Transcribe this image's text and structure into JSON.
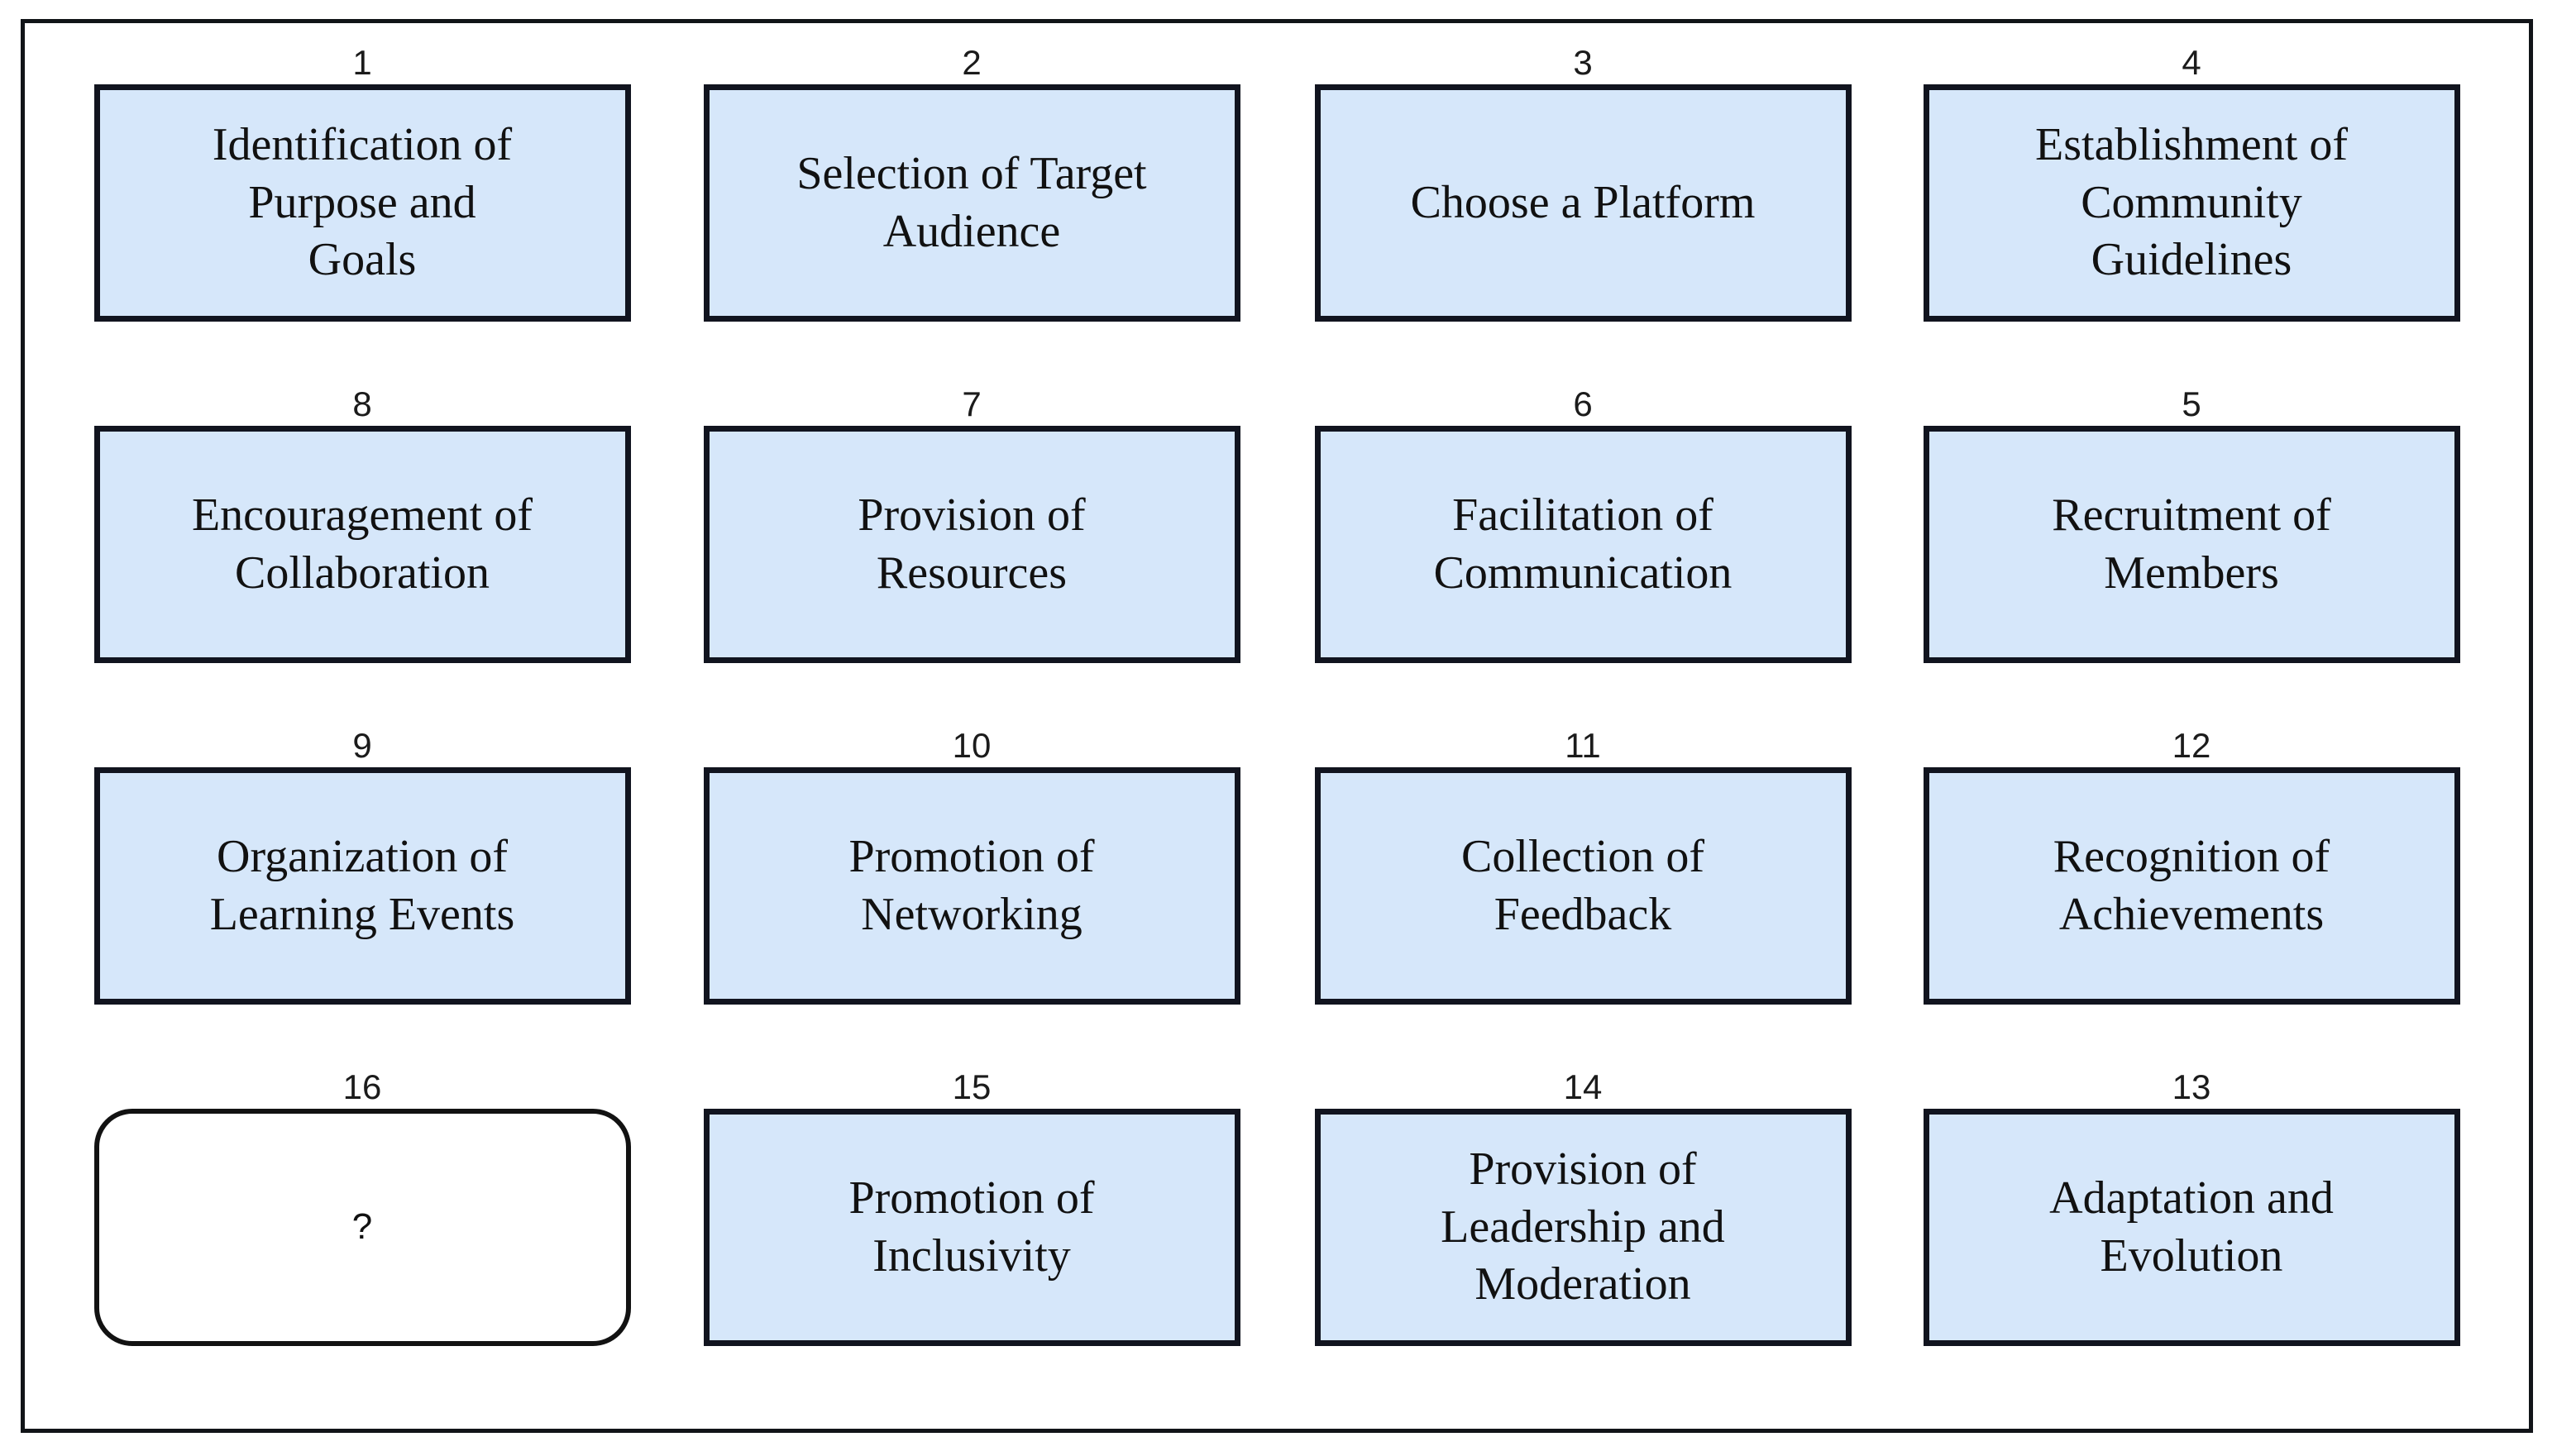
{
  "diagram": {
    "shape": "grid",
    "rows": 4,
    "columns": 4,
    "frame": {
      "border_color": "#111418",
      "background_color": "#ffffff"
    },
    "style": {
      "node_fill": "#d6e7fa",
      "node_border": "#11141f",
      "placeholder_fill": "#ffffff",
      "placeholder_border": "#121212",
      "text_color": "#111111",
      "number_color": "#1b1b1b"
    },
    "nodes": [
      {
        "number": "1",
        "label": "Identification of\nPurpose and\nGoals",
        "shape": "rectangle",
        "filled": true
      },
      {
        "number": "2",
        "label": "Selection of Target\nAudience",
        "shape": "rectangle",
        "filled": true
      },
      {
        "number": "3",
        "label": "Choose a Platform",
        "shape": "rectangle",
        "filled": true
      },
      {
        "number": "4",
        "label": "Establishment of\nCommunity\nGuidelines",
        "shape": "rectangle",
        "filled": true
      },
      {
        "number": "8",
        "label": "Encouragement of\nCollaboration",
        "shape": "rectangle",
        "filled": true
      },
      {
        "number": "7",
        "label": "Provision of\nResources",
        "shape": "rectangle",
        "filled": true
      },
      {
        "number": "6",
        "label": "Facilitation of\nCommunication",
        "shape": "rectangle",
        "filled": true
      },
      {
        "number": "5",
        "label": "Recruitment of\nMembers",
        "shape": "rectangle",
        "filled": true
      },
      {
        "number": "9",
        "label": "Organization of\nLearning Events",
        "shape": "rectangle",
        "filled": true
      },
      {
        "number": "10",
        "label": "Promotion of\nNetworking",
        "shape": "rectangle",
        "filled": true
      },
      {
        "number": "11",
        "label": "Collection of\nFeedback",
        "shape": "rectangle",
        "filled": true
      },
      {
        "number": "12",
        "label": "Recognition of\nAchievements",
        "shape": "rectangle",
        "filled": true
      },
      {
        "number": "16",
        "label": "?",
        "shape": "rounded-rectangle",
        "filled": false
      },
      {
        "number": "15",
        "label": "Promotion of\nInclusivity",
        "shape": "rectangle",
        "filled": true
      },
      {
        "number": "14",
        "label": "Provision of\nLeadership and\nModeration",
        "shape": "rectangle",
        "filled": true
      },
      {
        "number": "13",
        "label": "Adaptation and\nEvolution",
        "shape": "rectangle",
        "filled": true
      }
    ]
  }
}
